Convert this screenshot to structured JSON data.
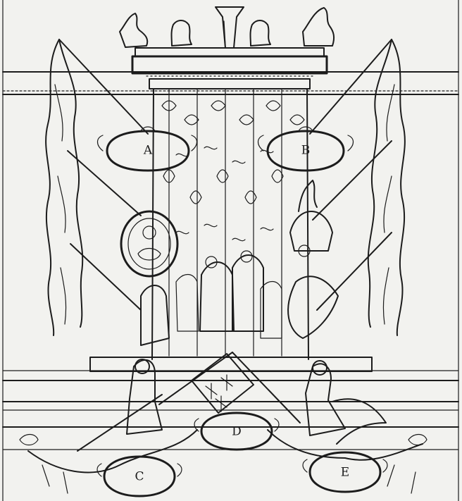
{
  "cartouches": {
    "a": "A",
    "b": "B",
    "c": "C",
    "d": "D",
    "e": "E"
  },
  "colors": {
    "ink": "#1c1c1c",
    "paper": "#f2f2ef"
  }
}
